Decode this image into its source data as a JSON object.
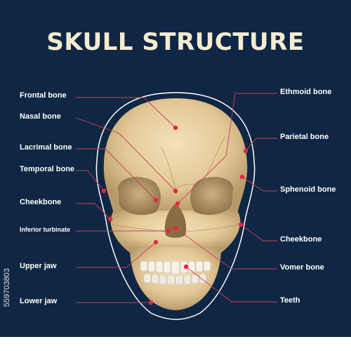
{
  "title": "SKULL STRUCTURE",
  "colors": {
    "background": "#0f2744",
    "title": "#f5ecd0",
    "bone": "#e8d3a8",
    "leader_line": "#c8405a",
    "marker": "#e8263f"
  },
  "labels_left": [
    {
      "id": "frontal",
      "text": "Frontal bone"
    },
    {
      "id": "nasal",
      "text": "Nasal bone"
    },
    {
      "id": "lacrimal",
      "text": "Lacrimal bone"
    },
    {
      "id": "temporal",
      "text": "Temporal bone"
    },
    {
      "id": "cheekbone-left",
      "text": "Cheekbone"
    },
    {
      "id": "inferior-turbinate",
      "text": "Inferior turbinate"
    },
    {
      "id": "upper-jaw",
      "text": "Upper jaw"
    },
    {
      "id": "lower-jaw",
      "text": "Lower jaw"
    }
  ],
  "labels_right": [
    {
      "id": "ethmoid",
      "text": "Ethmoid bone"
    },
    {
      "id": "parietal",
      "text": "Parietal bone"
    },
    {
      "id": "sphenoid",
      "text": "Sphenoid bone"
    },
    {
      "id": "cheekbone-right",
      "text": "Cheekbone"
    },
    {
      "id": "vomer",
      "text": "Vomer bone"
    },
    {
      "id": "teeth",
      "text": "Teeth"
    }
  ],
  "watermark": "559703803"
}
